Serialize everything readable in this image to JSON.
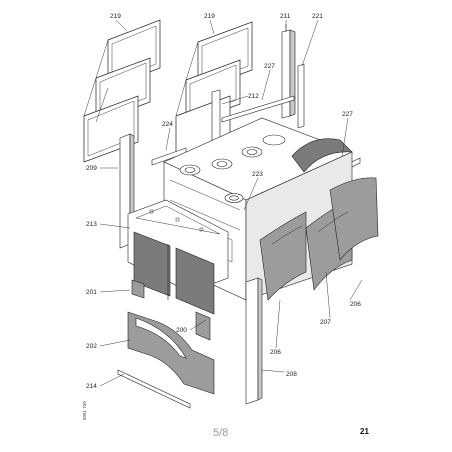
{
  "labels": {
    "l219a": "219",
    "l219b": "219",
    "l211": "211",
    "l221": "221",
    "l227a": "227",
    "l212": "212",
    "l224": "224",
    "l227b": "227",
    "l209": "209",
    "l223": "223",
    "l213": "213",
    "l201": "201",
    "l206a": "206",
    "l200": "200",
    "l207": "207",
    "l202": "202",
    "l206b": "206",
    "l208": "208",
    "l214": "214"
  },
  "side_code": "5951 720",
  "page_fraction": "5/8",
  "page_number": "21"
}
